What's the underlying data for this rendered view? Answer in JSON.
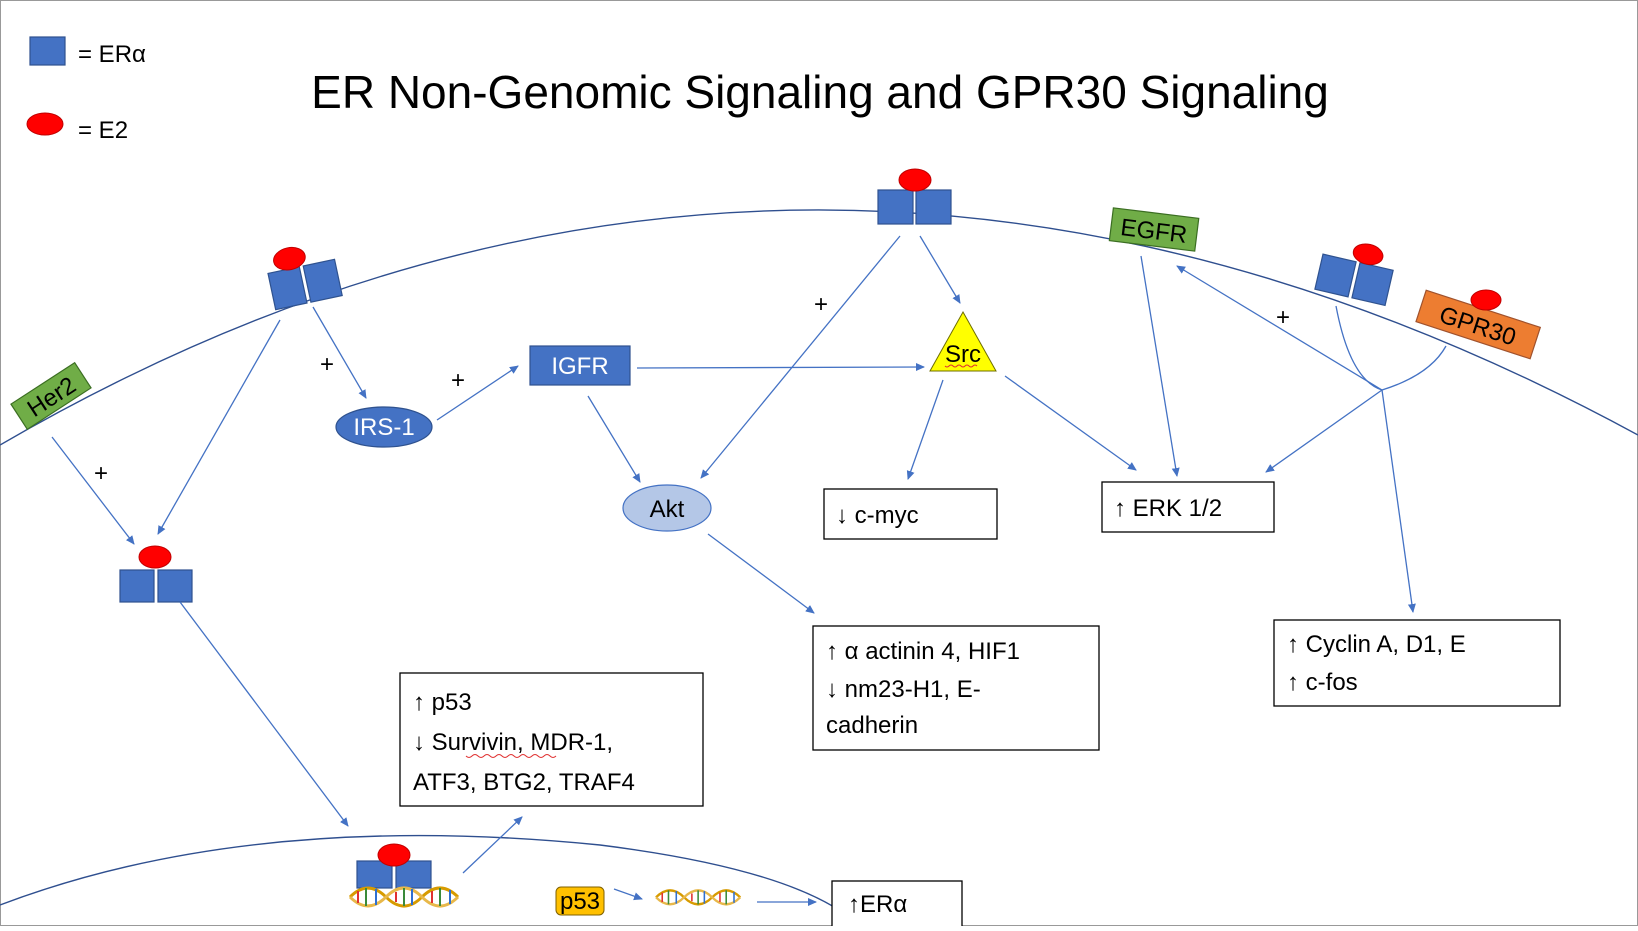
{
  "title": "ER Non-Genomic Signaling and GPR30 Signaling",
  "legend": [
    {
      "label": "= ERα",
      "shape": "square",
      "color": "#4472c4"
    },
    {
      "label": "= E2",
      "shape": "ellipse",
      "color": "#ff0000"
    }
  ],
  "colors": {
    "era": "#4472c4",
    "e2": "#ff0000",
    "her2_egfr": "#70ad47",
    "gpr30": "#ed7d31",
    "src": "#ffff00",
    "p53_tag": "#ffc000",
    "akt": "#b4c7e7",
    "irs1": "#4472c4",
    "igfr": "#4472c4",
    "arrow": "#4472c4"
  },
  "nodes": {
    "her2": "Her2",
    "egfr": "EGFR",
    "gpr30": "GPR30",
    "irs1": "IRS-1",
    "igfr": "IGFR",
    "akt": "Akt",
    "src": "Src",
    "p53_tag": "p53"
  },
  "plus_signs": [
    "+",
    "+",
    "+",
    "+",
    "+"
  ],
  "boxes": {
    "cmyc": [
      "↓ c-myc"
    ],
    "erk": [
      "↑ ERK 1/2"
    ],
    "actinin": [
      "↑ α actinin 4, HIF1",
      "↓ nm23-H1, E-",
      "cadherin"
    ],
    "cyclin": [
      "↑ Cyclin A, D1, E",
      "↑ c-fos"
    ],
    "p53": [
      "↑  p53",
      "↓   Survivin, MDR-1,",
      "ATF3, BTG2, TRAF4"
    ],
    "era_up": [
      "↑ERα"
    ]
  },
  "icons": [
    "dna-helix-icon",
    "dna-helix-icon"
  ]
}
